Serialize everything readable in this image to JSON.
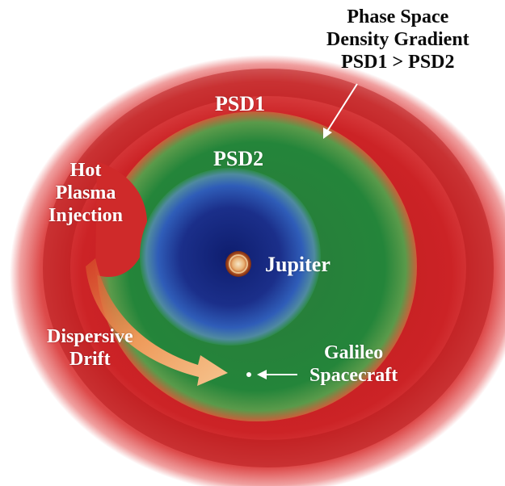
{
  "title": {
    "lines": [
      "Phase Space",
      "Density Gradient",
      "PSD1 > PSD2"
    ]
  },
  "labels": {
    "psd1": "PSD1",
    "psd2": "PSD2",
    "injection": [
      "Hot",
      "Plasma",
      "Injection"
    ],
    "jupiter": "Jupiter",
    "drift": [
      "Dispersive",
      "Drift"
    ],
    "spacecraft": [
      "Galileo",
      "Spacecraft"
    ]
  },
  "colors": {
    "outer_red": "#d8262a",
    "mid_green": "#1f8a3a",
    "inner_blue": "#1a2f8a",
    "arrow_orange": "#f0b07a",
    "text_white": "#ffffff",
    "text_black": "#0a0a0a"
  }
}
